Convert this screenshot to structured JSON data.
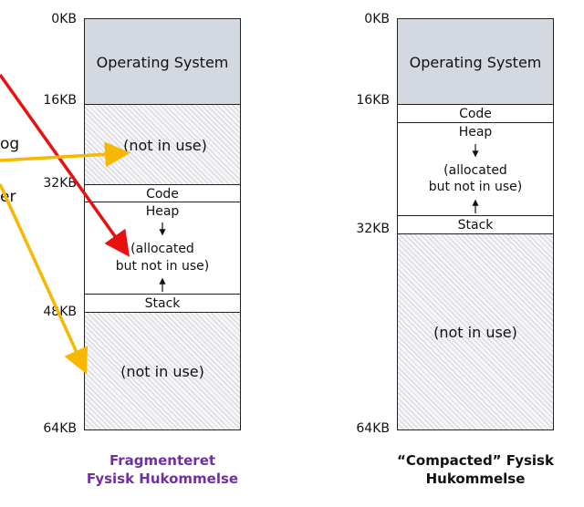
{
  "left_memory": {
    "ticks": [
      "0KB",
      "16KB",
      "32KB",
      "48KB",
      "64KB"
    ],
    "os_label": "Operating System",
    "free_top_label": "(not in use)",
    "code_label": "Code",
    "heap_label": "Heap",
    "allocated_line1": "(allocated",
    "allocated_line2": "but not in use)",
    "stack_label": "Stack",
    "free_bottom_label": "(not in use)",
    "caption_line1": "Fragmenteret",
    "caption_line2": "Fysisk Hukommelse"
  },
  "right_memory": {
    "ticks": [
      "0KB",
      "16KB",
      "32KB",
      "64KB"
    ],
    "os_label": "Operating System",
    "code_label": "Code",
    "heap_label": "Heap",
    "allocated_line1": "(allocated",
    "allocated_line2": "but not in use)",
    "stack_label": "Stack",
    "free_label": "(not in use)",
    "caption_line1": "“Compacted” Fysisk",
    "caption_line2": "Hukommelse"
  },
  "left_edge_text": {
    "fragment1": "og",
    "fragment2": "er"
  },
  "colors": {
    "caption_left": "#7030a0",
    "arrow_red": "#e81010",
    "arrow_yellow": "#f6b800",
    "os_fill": "#d4d9e1"
  }
}
